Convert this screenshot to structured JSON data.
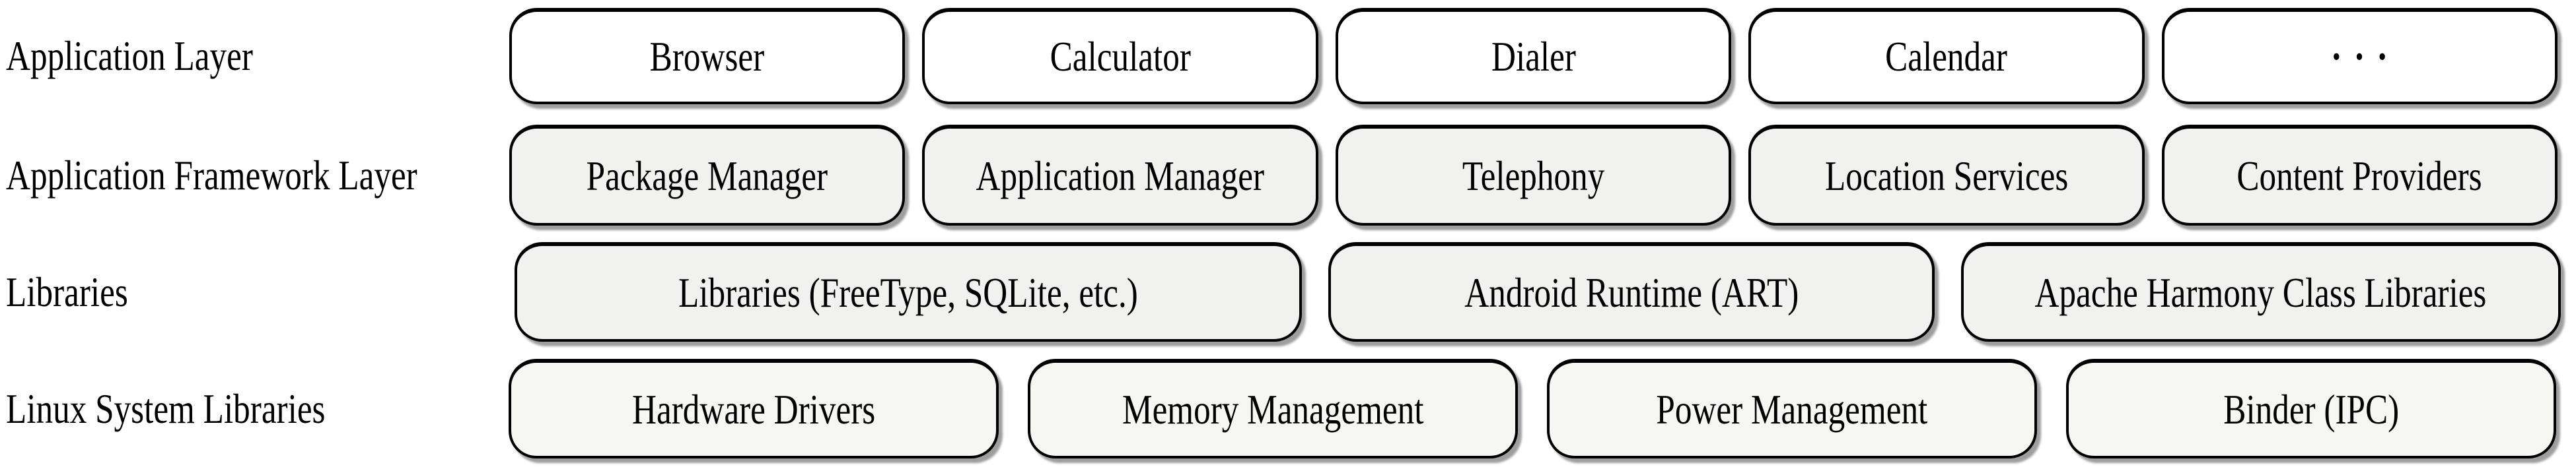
{
  "diagram": {
    "rows": [
      {
        "label": "Application Layer",
        "fill": "#ffffff",
        "boxes": [
          "Browser",
          "Calculator",
          "Dialer",
          "Calendar",
          "···"
        ]
      },
      {
        "label": "Application Framework Layer",
        "fill": "#f1f1ef",
        "boxes": [
          "Package Manager",
          "Application Manager",
          "Telephony",
          "Location Services",
          "Content Providers"
        ]
      },
      {
        "label": "Libraries",
        "fill": "#f1f1ef",
        "boxes": [
          "Libraries (FreeType, SQLite, etc.)",
          "Android Runtime (ART)",
          "Apache Harmony Class Libraries"
        ]
      },
      {
        "label": "Linux System Libraries",
        "fill": "#f6f6f3",
        "boxes": [
          "Hardware Drivers",
          "Memory Management",
          "Power Management",
          "Binder (IPC)"
        ]
      }
    ],
    "colors": {
      "border": "#000000",
      "text": "#000000",
      "background": "#ffffff",
      "shadow": "rgba(0,0,0,0.38)",
      "row1_fill": "#ffffff",
      "row2_fill": "#f1f1ef",
      "row3_fill": "#f1f1ef",
      "row4_fill": "#f6f6f3"
    }
  }
}
